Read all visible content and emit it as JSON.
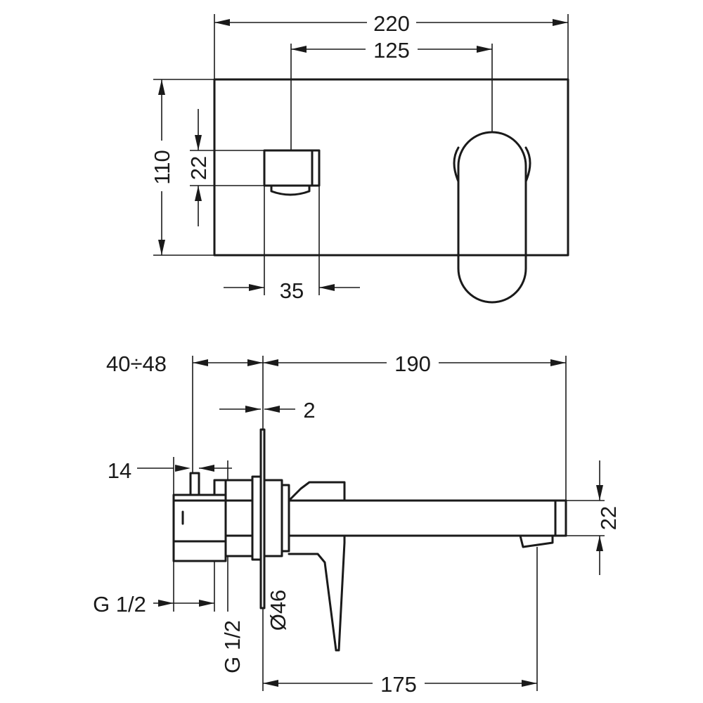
{
  "top_view": {
    "width_total": "220",
    "handle_offset": "125",
    "height": "110",
    "spout_height": "22",
    "spout_width": "35"
  },
  "side_view": {
    "wall_depth": "40÷48",
    "projection": "190",
    "plate_thickness": "2",
    "body_offset": "14",
    "thread_inlet": "G 1/2",
    "thread_vertical": "G 1/2",
    "plate_diameter": "Ø46",
    "spout_height": "22",
    "spout_reach": "175"
  }
}
